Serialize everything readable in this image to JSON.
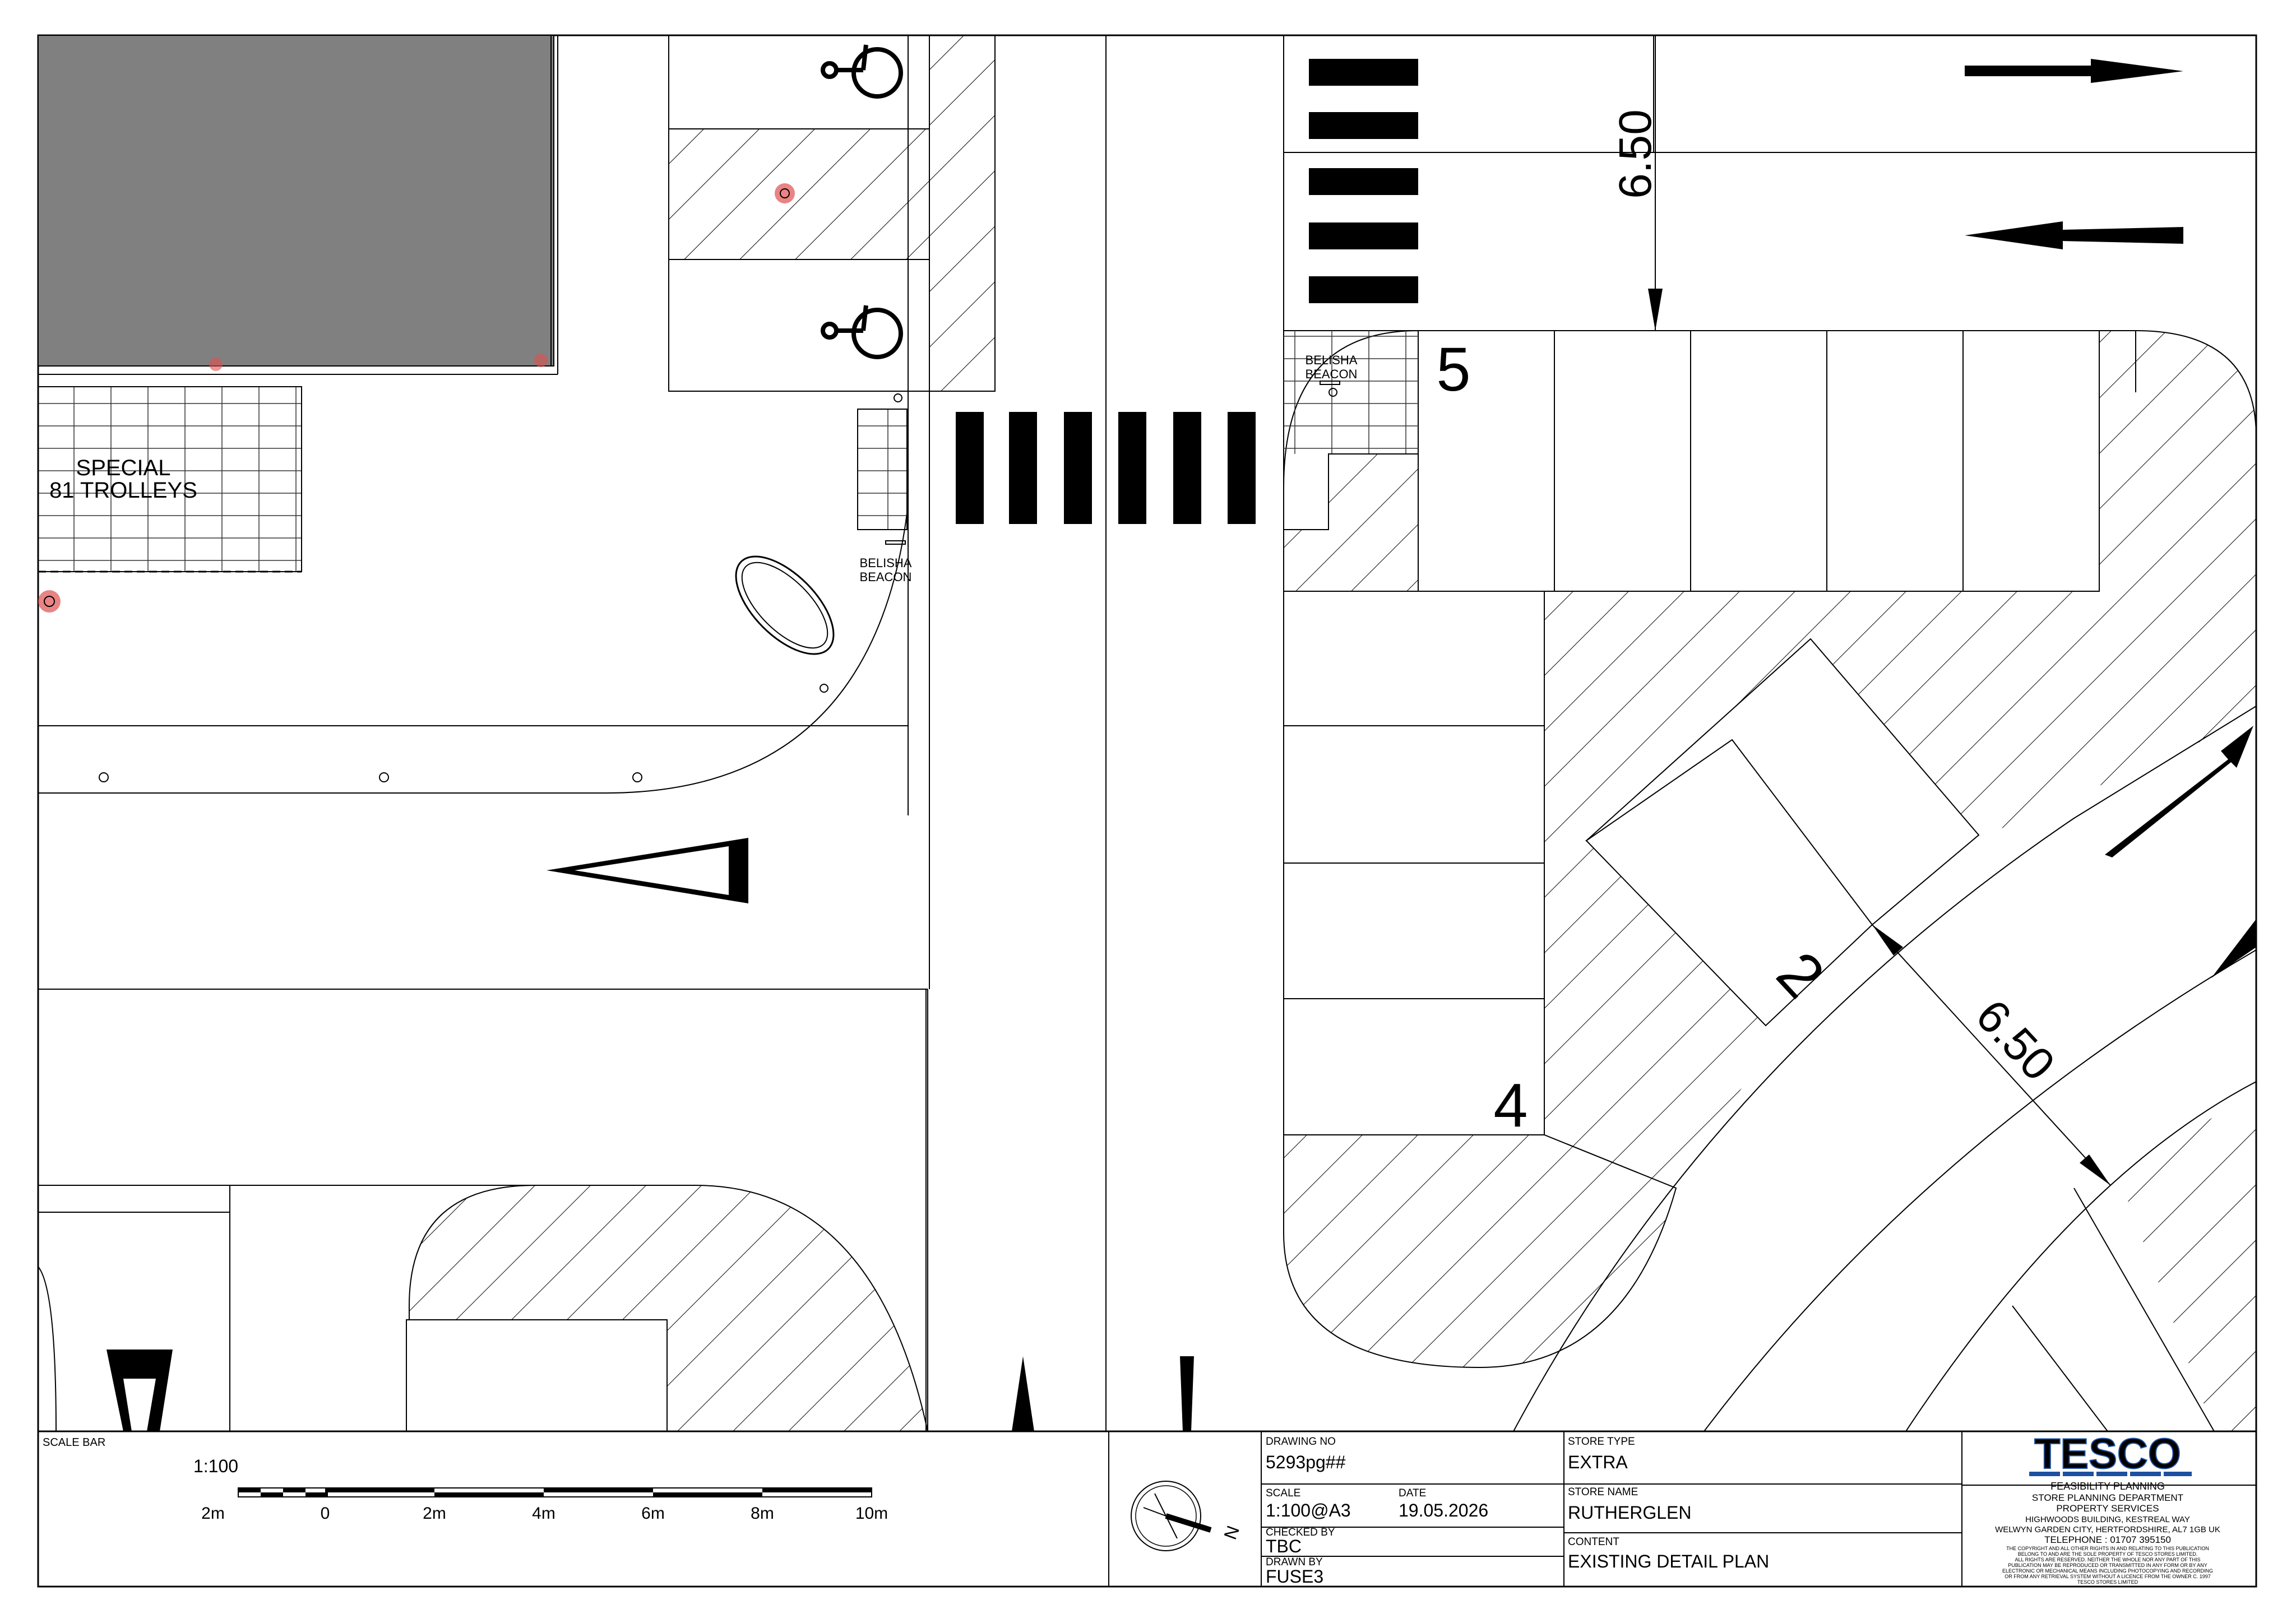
{
  "plan": {
    "trolley_label_1": "SPECIAL",
    "trolley_label_2": "81 TROLLEYS",
    "beacon_left_1": "BELISHA",
    "beacon_left_2": "BEACON",
    "beacon_right_1": "BELISHA",
    "beacon_right_2": "BEACON",
    "dim_top": "6.50",
    "dim_diag": "6.50",
    "bay_5": "5",
    "bay_4": "4",
    "bay_2": "2"
  },
  "title_block": {
    "scale_bar_heading": "SCALE BAR",
    "scale_ratio": "1:100",
    "scale_ticks": [
      "2m",
      "0",
      "2m",
      "4m",
      "6m",
      "8m",
      "10m"
    ],
    "drawing_no_label": "DRAWING NO",
    "drawing_no": "5293pg##",
    "scale_label": "SCALE",
    "scale_value": "1:100@A3",
    "date_label": "DATE",
    "date_value": "19.05.2026",
    "checked_by_label": "CHECKED BY",
    "checked_by": "TBC",
    "drawn_by_label": "DRAWN BY",
    "drawn_by": "FUSE3",
    "store_type_label": "STORE TYPE",
    "store_type": "EXTRA",
    "store_name_label": "STORE NAME",
    "store_name": "RUTHERGLEN",
    "content_label": "CONTENT",
    "content_value": "EXISTING DETAIL PLAN",
    "north_label": "N",
    "logo_text": "TESCO",
    "company_lines": [
      "FEASIBILITY PLANNING",
      "STORE PLANNING DEPARTMENT",
      "PROPERTY SERVICES",
      "HIGHWOODS BUILDING, KESTREAL WAY",
      "WELWYN GARDEN CITY, HERTFORDSHIRE, AL7 1GB UK",
      "TELEPHONE : 01707 395150"
    ],
    "copyright_lines": [
      "THE COPYRIGHT AND ALL OTHER RIGHTS IN AND RELATING TO THIS PUBLICATION",
      "BELONG TO AND ARE THE SOLE PROPERTY OF TESCO STORES LIMITED.",
      "ALL RIGHTS ARE RESERVED. NEITHER THE WHOLE NOR ANY PART OF THIS",
      "PUBLICATION MAY BE REPRODUCED OR TRANSMITTED IN ANY FORM OR BY ANY",
      "ELECTRONIC OR MECHANICAL MEANS INCLUDING PHOTOCOPYING AND RECORDING",
      "OR FROM ANY RETRIEVAL SYSTEM WITHOUT A LICENCE FROM THE OWNER C. 1997",
      "TESCO STORES LIMITED"
    ]
  },
  "colors": {
    "line": "#000000",
    "building_fill": "#808080",
    "marker": "#e05050",
    "brand_red": "#e3001b",
    "brand_blue": "#1e50a0"
  }
}
